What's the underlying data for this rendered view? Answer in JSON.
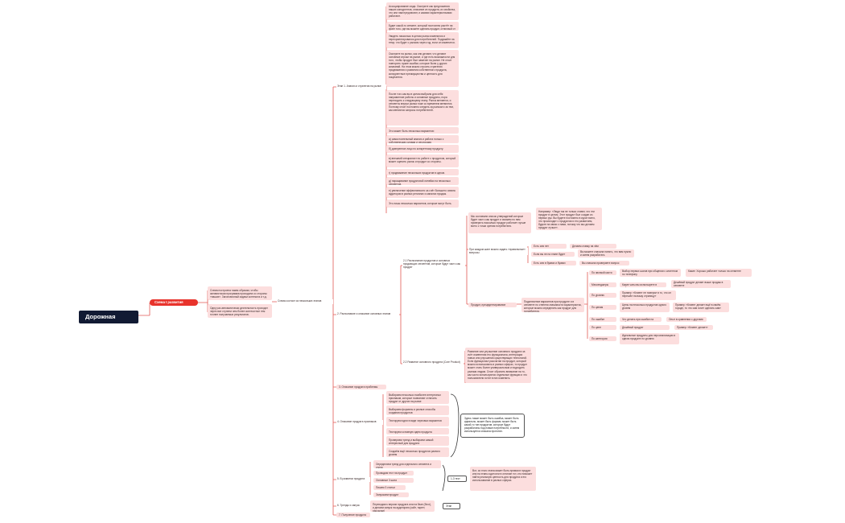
{
  "root": "Дорожная карта",
  "main": "Схема I развития продукта",
  "intro": {
    "p1": "Схема построена таким образом, чтобы активистская программа проходила со стороны «наших». Заголовочный задачи контекста и т.д.",
    "p2": "Одну раз автоматически деятельность проходит через все ступени чем более контекстное тем точнее получаемых результатов."
  },
  "scheme_hub": "Схема состоит из нескольких этапов",
  "branches": {
    "s1": "Этап 1. Анализ и стратегия на рынке",
    "s2": "2. Распознание и описание основных этапов",
    "s21": "2.1 Распознание продуктов и основных продающих сегментов, которые будут часто как продукт",
    "s22": "2.2 Развитие основного продукта (Core Product)",
    "s3": "3. Описание продукта проблемы",
    "s4": "4. Описание продукта признаков",
    "s5": "5. В развитии продукта",
    "s6": "6. Тренды и запуск",
    "s7": "7. Получение продукта"
  },
  "analysis_texts": [
    "Ассоциирование сюда. Смотрите как предложения наших конкурентов, описание их продукта, их свойства, что они нам предлагают, и какими характеристиками работают.",
    "Будет какой-то сегмент, который постоянно растёт на фоне того, где вы можете сделать продукт, отличный от имеющихся.",
    "Увидеть насколько в целом рынок изменился и переориентировался для потребителей. Подумайте на тему: что будет с рынком через год, если он изменится.",
    "Смотрите на рынок, как они делают, что делают основные игроки на рынке, и где есть возможности для того, чтобы продукт был замечен на рынке. Не стоит повторять чужие ошибки, которые были у других компаний. На этом можно строить стратегию продвижения и развития собственного продукта, конкурентные преимущества и ценность для покупателя.",
    "После того как вы в целом выбрали для себя направление работы и основные продукты, пора переходить к следующему этапу. Рынок меняется, и сегменты внутри рынка тоже со временем меняются. Поэтому стоит постоянно следить за рынком и за тем, как меняются запросы потребителей.",
    "Это может быть несколько вариантов:",
    "а) самостоятельный анализ и работа только с собственными силами и ресурсами.",
    "б) доверенное лицо по конкретному продукту.",
    "в) внешний специалист по работе с продуктом, который может оценить рынок и продукт со стороны.",
    "г) продвижение нескольких продуктов в одном.",
    "д) наращивание продуктовой линейки на несколько сегментов.",
    "е) увеличение эффективности за счёт большего охвата аудитории в разных регионах и каналах продаж.",
    "Это лишь несколько вариантов, которые могут быть."
  ],
  "s21_details": {
    "intro": "Мы составили список утверждений которые будет часто как продукт и сможем по ним проверить насколько продукт работает лучше всего с точки зрения потребителя.",
    "example": "Например: «Люди так не только ставят, что эти продукт в целом. Этот продукт был создан из первых рук. Вы будете постоянно в курсе всего, что происходит с продуктом и его развитием, будьте на связи с нами, потому что мы делаем продукт лучше».",
    "ask": "При каждом шаге можно задать «правильные» вопросы",
    "q1": "Есть или нет",
    "q1a": "Делаем ставку на чём",
    "q2": "Если вы не на этапе будет",
    "q2a": "Вы можете сначала понять, что вам нужно и затем разработать",
    "q3": "Есть или в буквах и буквах",
    "q3a": "Вы сначала проверяете вопрос",
    "sum": "Продукт, прецедентирование",
    "sum_desc": "Подключение вариантов при продукте и в сегменте по степени значимости характеристик, которые можно определить как продукт для потребителя.",
    "criteria": [
      {
        "k": "По звонкой кисти",
        "v": "Выбор первых шагов при общении с клиентом по телефону"
      },
      {
        "k": "Мессенджеры",
        "v": "Какие чаты вы используете в работе"
      },
      {
        "k": "По уровню",
        "v": "Пример: «Клиент не поверил в то, что он перешёл на вашу страницу»"
      },
      {
        "k": "По ценам",
        "v": "Цены на несколько продуктов одного уровня"
      },
      {
        "k": "По ошибке",
        "v": "Что делать при ошибке на сайте"
      },
      {
        "k": "По цене",
        "v": "Дешёвый продукт"
      },
      {
        "k": "По категории",
        "v": "Идеальные продукты для персонализации в одном продукте по уровню"
      }
    ],
    "sub": [
      "Какие: Хорошо работает только на сегменте",
      "Дешёвый продукт делает выше продаж в сегменте",
      "Пример: «Клиент делает ещё в своём городе, то что сам хочет сделать сам»",
      "Опыт в сравнении с другими",
      "Пример: «Клиент делает»"
    ]
  },
  "s22_desc": "Развитие или улучшение основного продукта за счёт изменения его функционала, интеграции новых или улучшения существующих технологий. Если функционал рассчитан на продукт, который можно использовать в разных сферах, то продукт может стать более универсальным и подходить разным людям. Стоит обратить внимание на то, как часто используются отдельные функции и что пользователи хотят в них изменить.",
  "s4_items": [
    "Выбираем несколько наиболее интересных признаков, которые позволяют отличить продукт от других на рынке",
    "Выбираем форматы и разные способы создания продуктов",
    "Тестируем идеи в виде черновых вариантов",
    "Тестируем основную идею продукта",
    "Проверяем тренд и выбираем самый интересный для продукта",
    "Создаём ещё несколько продуктов разного уровня"
  ],
  "s4_note": "Здесь также может быть ошибка, может быть идеально, может быть формат, может быть какой-то тип продуктов, которые будут разработаны под новые потребности, и затем используется сначала прототип.",
  "s5_items": [
    "Определяем тренд для отдельного сегмента и стиля",
    "Проводим тест на продукт",
    "Основные 3 шага",
    "Пишем 3 статьи",
    "Запускаем продукт"
  ],
  "s5_label": "1-3 тест",
  "s5_note": "Вот, из этого этапа может быть прямая в продукт или на этапы один или в отличие тот, кто поможет найти реальную ценность для продукта и его использование в разных сферах.",
  "s6_text": "Переходим к версии продукта или на базе (блог), и делаем запуск на аудиторию (сайт, таргет, рассылки)",
  "s6_label": "Этап запуска"
}
